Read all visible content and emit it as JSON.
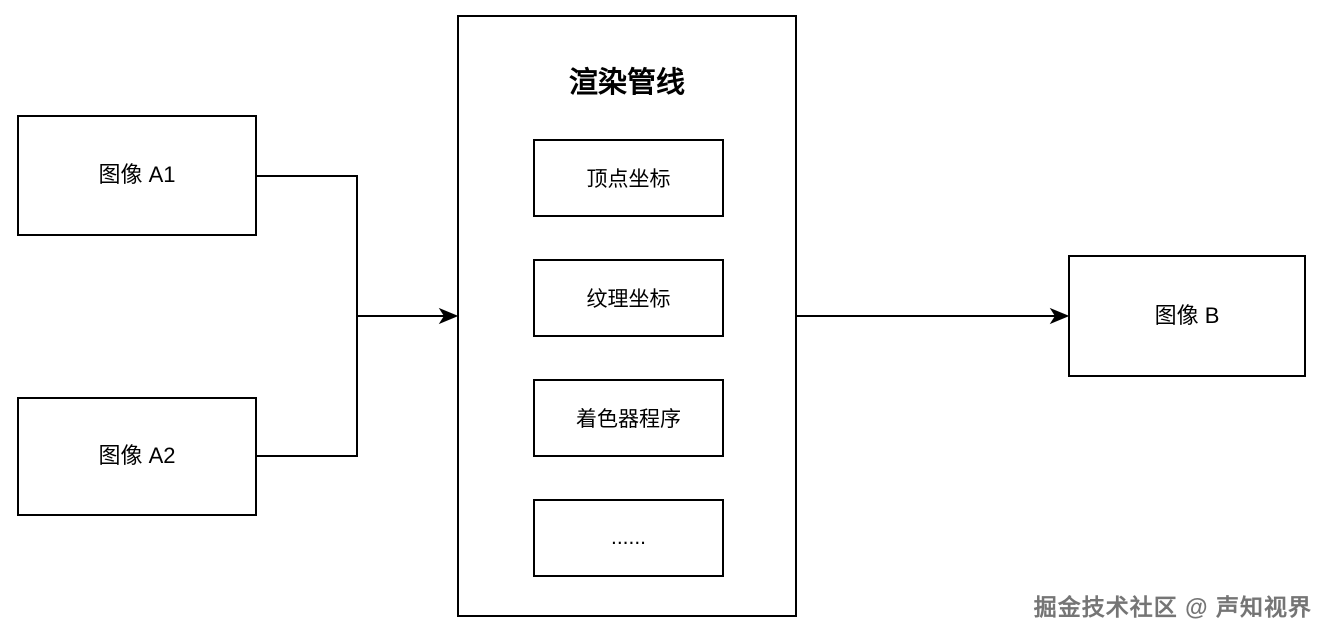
{
  "diagram": {
    "background": "#ffffff",
    "line_color": "#000000",
    "nodes": {
      "image_a1": {
        "label": "图像 A1"
      },
      "image_a2": {
        "label": "图像 A2"
      },
      "image_b": {
        "label": "图像 B"
      },
      "pipeline": {
        "title": "渲染管线",
        "stages": [
          {
            "label": "顶点坐标"
          },
          {
            "label": "纹理坐标"
          },
          {
            "label": "着色器程序"
          },
          {
            "label": "......"
          }
        ]
      }
    },
    "edges": [
      {
        "from": "image_a1",
        "to": "merge-junction",
        "arrow": false
      },
      {
        "from": "image_a2",
        "to": "merge-junction",
        "arrow": false
      },
      {
        "from": "merge-junction",
        "to": "pipeline",
        "arrow": true
      },
      {
        "from": "pipeline",
        "to": "image_b",
        "arrow": true
      }
    ],
    "watermark": "掘金技术社区 @ 声知视界",
    "watermark_color": "#757575"
  }
}
